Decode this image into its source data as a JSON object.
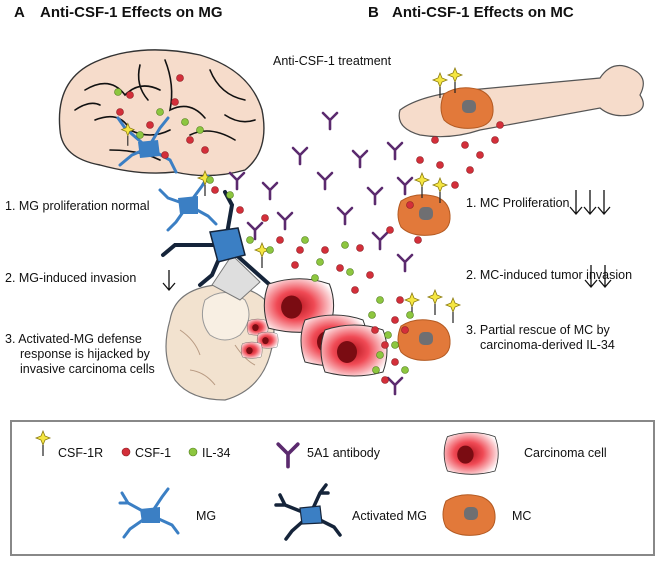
{
  "panel_a": {
    "letter": "A",
    "title": "Anti-CSF-1 Effects on MG",
    "item1": "1. MG proliferation normal",
    "item2": "2. MG-induced invasion",
    "item3_line1": "3. Activated-MG defense",
    "item3_line2": "response is hijacked by",
    "item3_line3": "invasive carcinoma cells"
  },
  "panel_b": {
    "letter": "B",
    "title": "Anti-CSF-1 Effects on MC",
    "item1": "1. MC Proliferation",
    "item2": "2. MC-induced tumor invasion",
    "item3_line1": "3. Partial rescue of MC by",
    "item3_line2": "carcinoma-derived IL-34"
  },
  "treatment_label": "Anti-CSF-1 treatment",
  "legend": {
    "csf1r": "CSF-1R",
    "csf1": "CSF-1",
    "il34": "IL-34",
    "antibody": "5A1 antibody",
    "carcinoma": "Carcinoma cell",
    "mg": "MG",
    "activated_mg": "Activated MG",
    "mc": "MC"
  },
  "colors": {
    "csf1": "#d32f3a",
    "il34": "#8dc63f",
    "antibody": "#5b2a6e",
    "receptor": "#f5e642",
    "mg": "#3b7fc4",
    "activated_mg": "#15243a",
    "mc": "#e2793a",
    "carcinoma": "#e2222f",
    "brain": "#f6dccb"
  },
  "icons": [
    "brain-icon",
    "bone-icon",
    "spinal-cord-icon",
    "down-arrow-icon"
  ]
}
